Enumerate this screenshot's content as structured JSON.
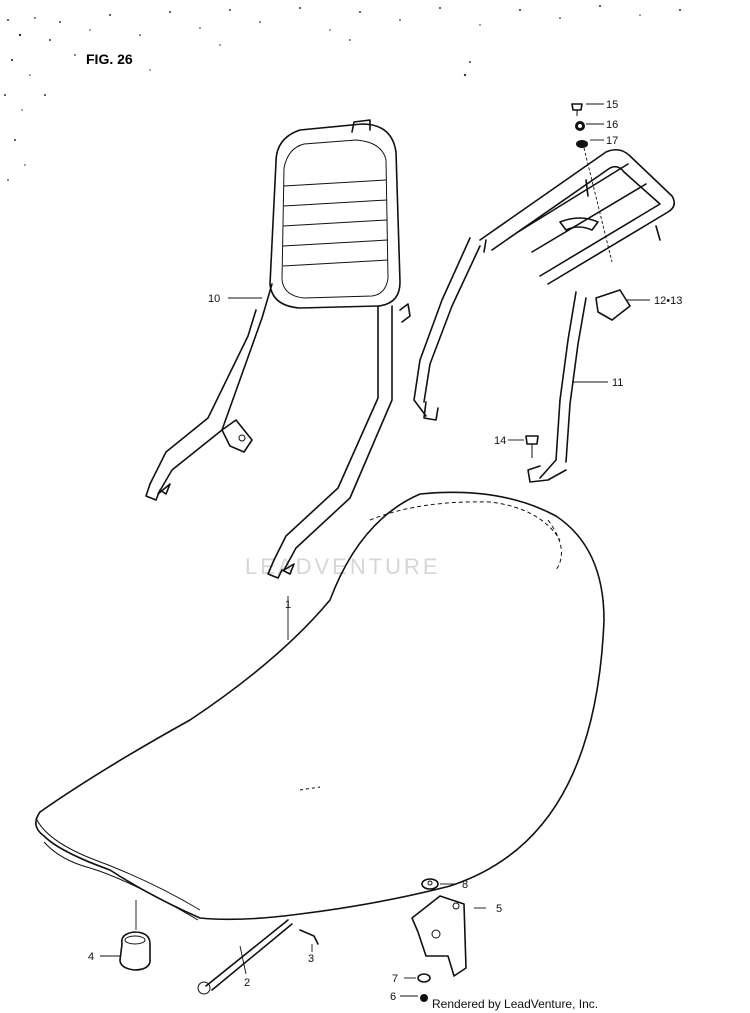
{
  "figure_label": "FIG. 26",
  "watermark": "LEADVENTURE",
  "credit": "Rendered by LeadVenture, Inc.",
  "callouts": {
    "c1": "1",
    "c2": "2",
    "c3": "3",
    "c4": "4",
    "c5": "5",
    "c6": "6",
    "c7": "7",
    "c8": "8",
    "c10": "10",
    "c11": "11",
    "c12_13": "12•13",
    "c14": "14",
    "c15": "15",
    "c16": "16",
    "c17": "17"
  }
}
